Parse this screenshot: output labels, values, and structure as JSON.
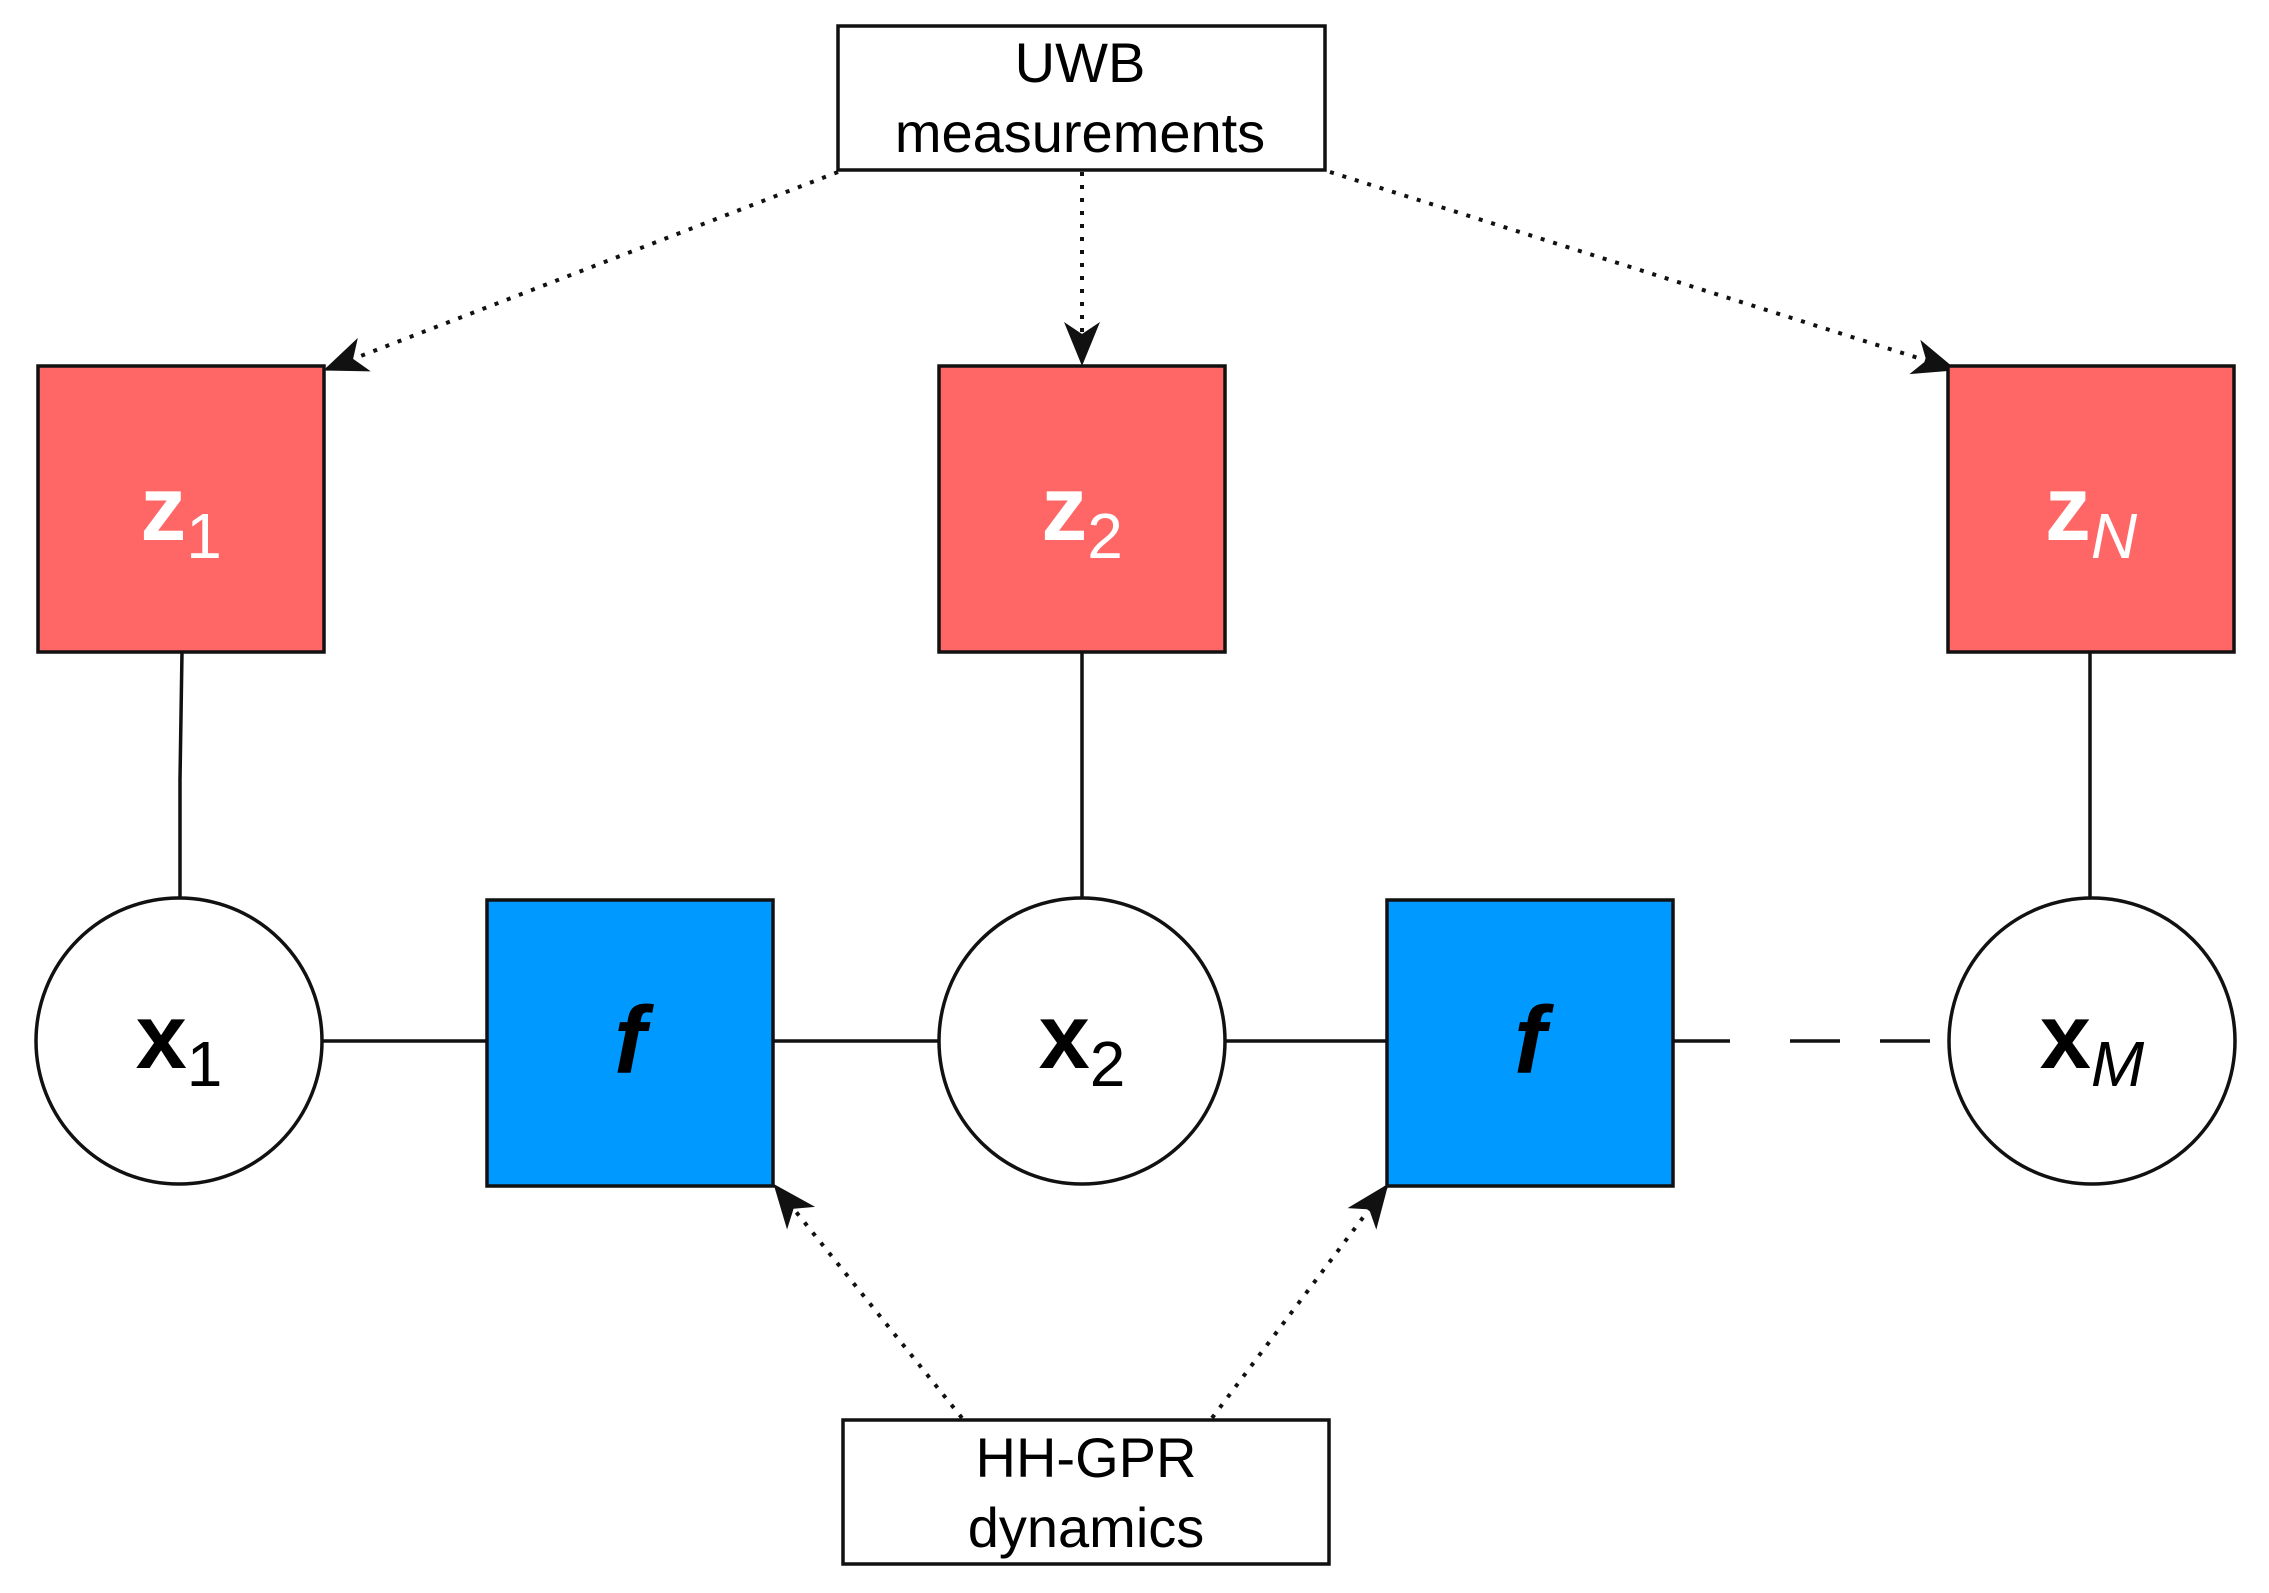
{
  "labels": {
    "uwb_line1": "UWB",
    "uwb_line2": "measurements",
    "hhgpr_line1": "HH-GPR",
    "hhgpr_line2": "dynamics"
  },
  "measurement_nodes": [
    {
      "symbol": "z",
      "subscript": "1"
    },
    {
      "symbol": "z",
      "subscript": "2"
    },
    {
      "symbol": "z",
      "subscript": "N"
    }
  ],
  "state_nodes": [
    {
      "symbol": "x",
      "subscript": "1"
    },
    {
      "symbol": "x",
      "subscript": "2"
    },
    {
      "symbol": "x",
      "subscript": "M"
    }
  ],
  "factor_nodes": [
    {
      "symbol": "f"
    },
    {
      "symbol": "f"
    }
  ],
  "colors": {
    "measurement_fill": "#FF6666",
    "factor_fill": "#0099FF",
    "state_fill": "#FFFFFF"
  }
}
